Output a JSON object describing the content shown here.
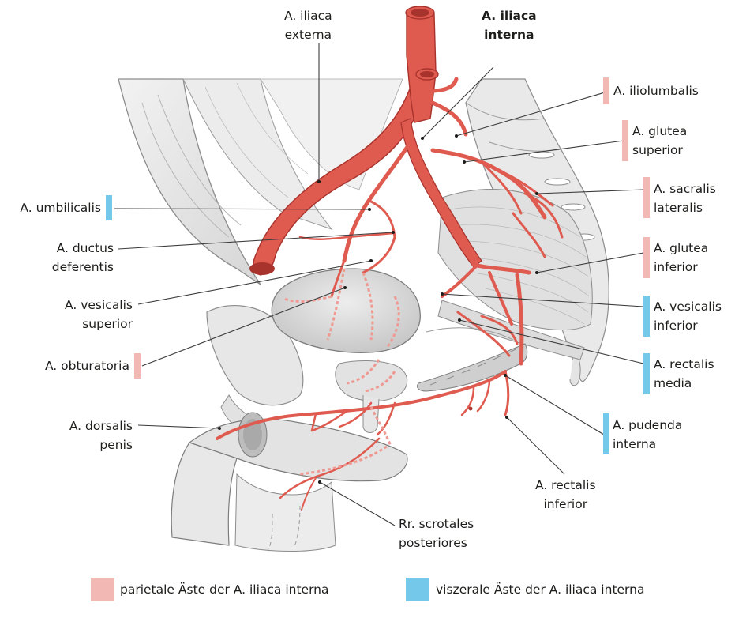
{
  "colors": {
    "parietal": "#f1b8b4",
    "visceral": "#74c9ea",
    "artery": "#df5a4f",
    "artery_dark": "#a8332c",
    "tissue": "#e6e6e6",
    "tissue_line": "#8c8c8c",
    "leader": "#3c3c3c"
  },
  "labels": {
    "iliaca_externa": [
      "A. iliaca",
      "externa"
    ],
    "iliaca_interna": [
      "A. iliaca",
      "interna"
    ],
    "iliolumbalis": [
      "A. iliolumbalis"
    ],
    "glutea_superior": [
      "A. glutea",
      "superior"
    ],
    "sacralis_lateralis": [
      "A. sacralis",
      "lateralis"
    ],
    "glutea_inferior": [
      "A. glutea",
      "inferior"
    ],
    "vesicalis_inferior": [
      "A. vesicalis",
      "inferior"
    ],
    "rectalis_media": [
      "A. rectalis",
      "media"
    ],
    "pudenda_interna": [
      "A. pudenda",
      "interna"
    ],
    "rectalis_inferior": [
      "A. rectalis",
      "inferior"
    ],
    "scrotales_posteriores": [
      "Rr. scrotales",
      "posteriores"
    ],
    "dorsalis_penis": [
      "A. dorsalis",
      "penis"
    ],
    "obturatoria": [
      "A. obturatoria"
    ],
    "vesicalis_superior": [
      "A. vesicalis",
      "superior"
    ],
    "ductus_deferentis": [
      "A. ductus",
      "deferentis"
    ],
    "umbilicalis": [
      "A. umbilicalis"
    ]
  },
  "legend": {
    "parietal": "parietale Äste der A. iliaca interna",
    "visceral": "viszerale Äste der A. iliaca interna"
  }
}
